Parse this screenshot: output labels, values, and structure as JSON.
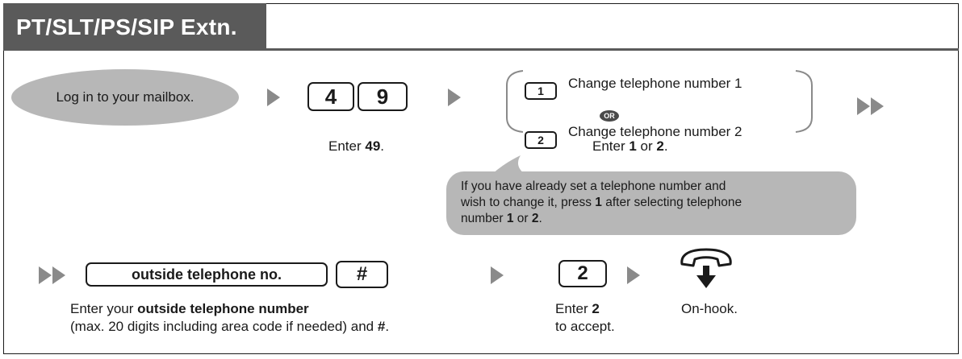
{
  "title": "PT/SLT/PS/SIP Extn.",
  "step1": {
    "label": "Log in to your mailbox."
  },
  "step2": {
    "keys": [
      "4",
      "9"
    ],
    "caption_pre": "Enter ",
    "caption_bold": "49",
    "caption_post": "."
  },
  "step3": {
    "options": [
      {
        "key": "1",
        "label": "Change telephone number 1"
      },
      {
        "key": "2",
        "label": "Change telephone number 2"
      }
    ],
    "or_label": "OR",
    "caption_pre": "Enter ",
    "caption_b1": "1",
    "caption_mid": " or ",
    "caption_b2": "2",
    "caption_post": "."
  },
  "note": {
    "line1": "If you have already set a telephone number and",
    "line2_pre": "wish to change it, press ",
    "line2_bold": "1",
    "line2_post": " after selecting telephone",
    "line3_pre": "number ",
    "line3_b1": "1",
    "line3_mid": " or ",
    "line3_b2": "2",
    "line3_post": "."
  },
  "step4": {
    "field_label": "outside telephone no.",
    "hash_key": "#",
    "caption_line1_pre": "Enter your ",
    "caption_line1_bold": "outside telephone number",
    "caption_line2_pre": "(max. 20 digits including area code if needed) and ",
    "caption_line2_bold": "#",
    "caption_line2_post": "."
  },
  "step5": {
    "key": "2",
    "caption_line1_pre": "Enter ",
    "caption_line1_bold": "2",
    "caption_line2": "to accept."
  },
  "step6": {
    "caption": "On-hook."
  },
  "colors": {
    "panel": "#5a5a5a",
    "bubble": "#b7b7b7",
    "arrow": "#8a8a8a",
    "ink": "#1a1a1a"
  },
  "icons": {
    "next": "triangle-arrow",
    "continue": "double-triangle-arrow",
    "hangup": "handset-down-icon"
  }
}
